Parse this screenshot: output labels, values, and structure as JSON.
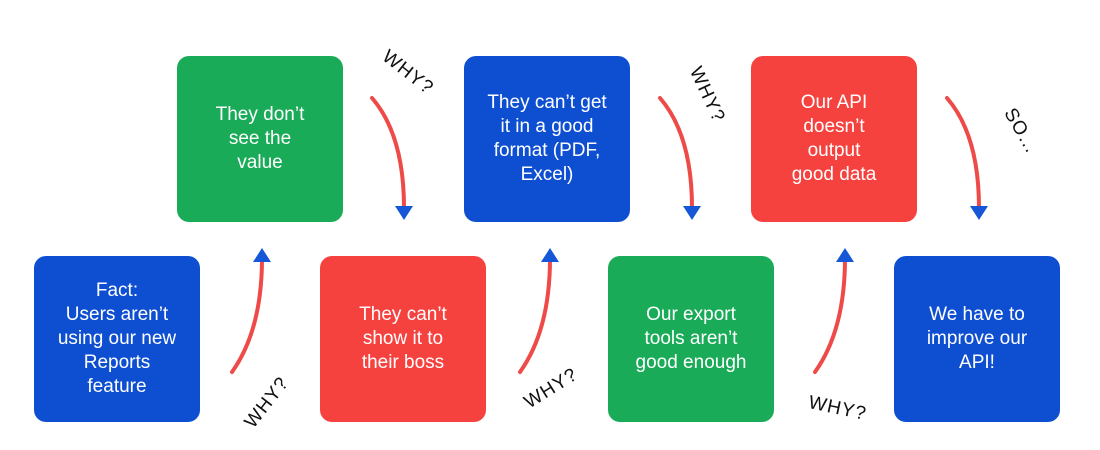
{
  "colors": {
    "green": "#1aab58",
    "blue": "#0e4fd2",
    "red": "#f6423f",
    "arrow_red": "#ee4a48",
    "arrow_blue": "#1557d6"
  },
  "steps": [
    {
      "text": "Fact:\nUsers aren’t\nusing our new\nReports\nfeature",
      "color": "blue"
    },
    {
      "text": "They don’t\nsee the\nvalue",
      "color": "green"
    },
    {
      "text": "They can’t\nshow it to\ntheir boss",
      "color": "red"
    },
    {
      "text": "They can’t get\nit in a good\nformat (PDF,\nExcel)",
      "color": "blue"
    },
    {
      "text": "Our export\ntools aren’t\ngood enough",
      "color": "green"
    },
    {
      "text": "Our API\ndoesn’t\noutput\ngood data",
      "color": "red"
    },
    {
      "text": "We have to\nimprove our\nAPI!",
      "color": "blue"
    }
  ],
  "connectors": [
    {
      "label": "WHY?"
    },
    {
      "label": "WHY?"
    },
    {
      "label": "WHY?"
    },
    {
      "label": "WHY?"
    },
    {
      "label": "WHY?"
    },
    {
      "label": "SO..."
    }
  ]
}
